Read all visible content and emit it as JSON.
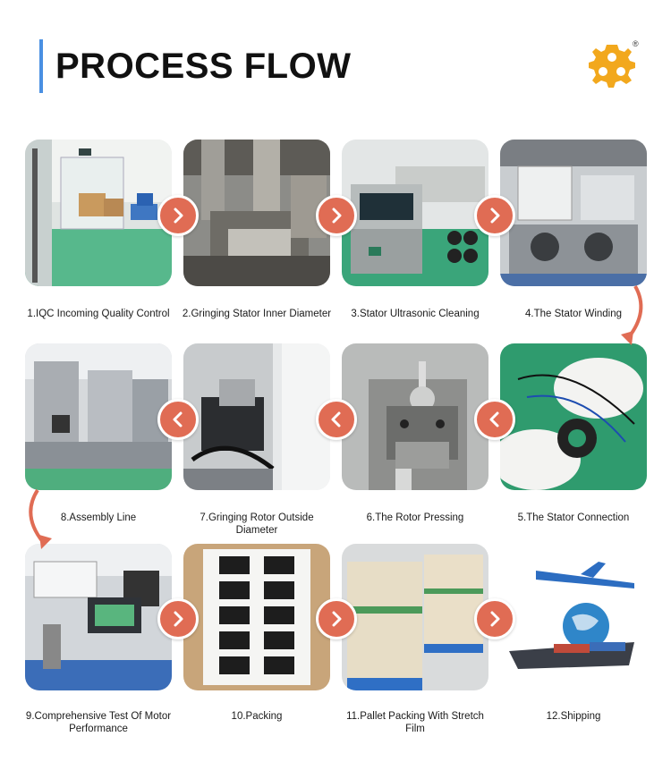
{
  "header": {
    "title": "PROCESS FLOW",
    "logo_icon": "gear-triangle-logo",
    "registered_mark": "®",
    "accent_color": "#4a90e2",
    "logo_color": "#f2a81d"
  },
  "arrow_color": "#e06c54",
  "steps": [
    {
      "label": "1.IQC Incoming Quality Control",
      "image": "warehouse-photo"
    },
    {
      "label": "2.Gringing Stator Inner Diameter",
      "image": "grinding-machine-photo"
    },
    {
      "label": "3.Stator Ultrasonic Cleaning",
      "image": "ultrasonic-cleaner-photo"
    },
    {
      "label": "4.The Stator Winding",
      "image": "winding-machine-photo"
    },
    {
      "label": "5.The Stator Connection",
      "image": "gloved-hands-stator-photo"
    },
    {
      "label": "6.The Rotor Pressing",
      "image": "rotor-press-photo"
    },
    {
      "label": "7.Gringing Rotor Outside Diameter",
      "image": "rotor-grinder-photo"
    },
    {
      "label": "8.Assembly Line",
      "image": "assembly-line-photo"
    },
    {
      "label": "9.Comprehensive Test Of Motor Performance",
      "image": "test-bench-photo"
    },
    {
      "label": "10.Packing",
      "image": "motors-in-box-photo"
    },
    {
      "label": "11.Pallet Packing With Stretch Film",
      "image": "pallet-photo"
    },
    {
      "label": "12.Shipping",
      "image": "plane-ship-globe-photo"
    }
  ]
}
